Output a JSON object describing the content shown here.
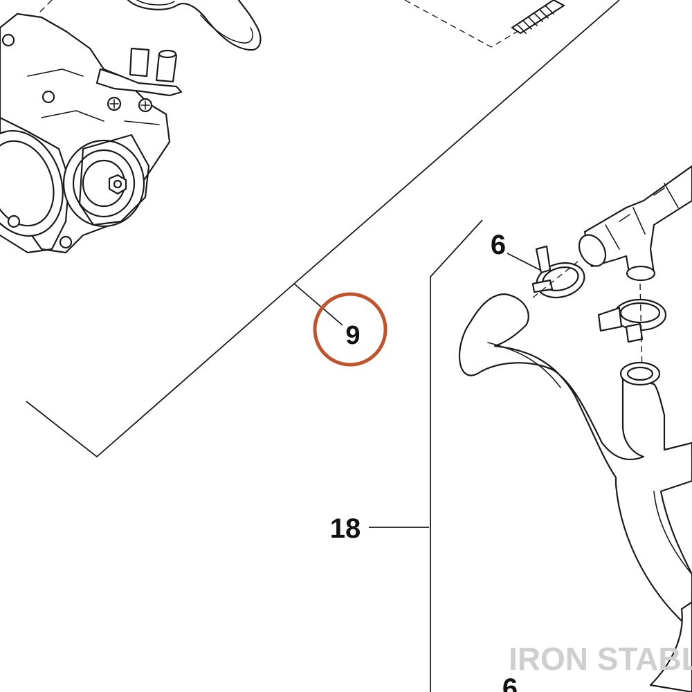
{
  "callouts": {
    "item_6_top": "6",
    "item_9": "9",
    "item_18": "18",
    "item_6_bottom": "6"
  },
  "highlight": {
    "color": "#c0522c"
  },
  "watermark": {
    "text": "IRON STABLE"
  },
  "icons": {
    "throttle_body": "throttle-body-icon",
    "hose_clamp": "hose-clamp-icon",
    "tee_fitting": "tee-fitting-icon",
    "coolant_hose": "coolant-hose-icon",
    "gasket": "gasket-icon",
    "stud": "stud-icon"
  }
}
